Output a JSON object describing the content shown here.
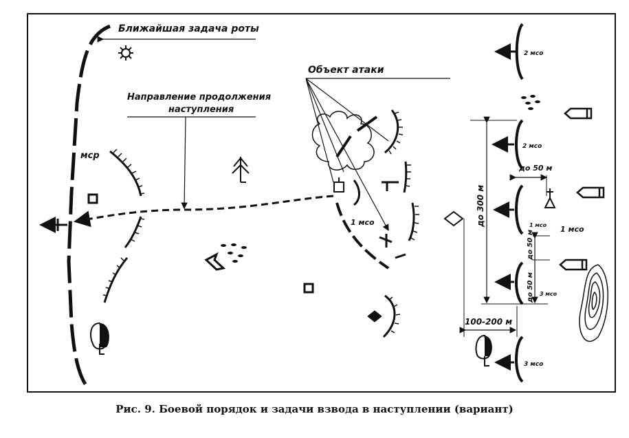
{
  "labels": {
    "company_objective": "Ближайшая задача роты",
    "attack_object": "Объект атаки",
    "direction_line1": "Направление продолжения",
    "direction_line2": "наступления",
    "msr": "мср",
    "squad_1_center": "1 мсо",
    "squad_2_top": "2 мсо",
    "squad_2_mid": "2 мсо",
    "dist_50_a": "до 50 м",
    "dist_300": "до 300 м",
    "squad_1_small": "1 мсо",
    "squad_1_right": "1 мсо",
    "dist_50_b": "до 50 м",
    "dist_50_c": "до 50 м",
    "squad_3_mid": "3 мсо",
    "dist_100_200": "100-200 м",
    "squad_3_bottom": "3 мсо"
  },
  "caption": "Рис. 9. Боевой порядок и задачи взвода в наступлении (вариант)"
}
